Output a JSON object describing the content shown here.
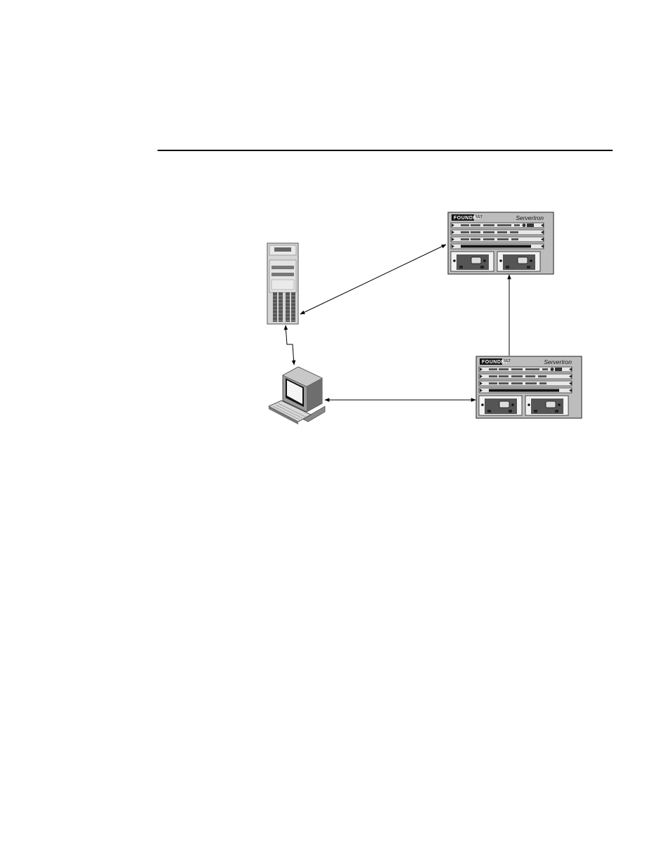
{
  "diagram": {
    "nodes": [
      {
        "id": "server",
        "icon": "tower-server-icon"
      },
      {
        "id": "workstation",
        "icon": "desktop-computer-icon"
      },
      {
        "id": "chassis_top",
        "icon": "chassis-switch-icon",
        "label": "ServerIron",
        "brand": "FOUNDRY",
        "brand_suffix": "NET"
      },
      {
        "id": "chassis_bottom",
        "icon": "chassis-switch-icon",
        "label": "ServerIron",
        "brand": "FOUNDRY",
        "brand_suffix": "NET"
      }
    ],
    "links": [
      {
        "from": "server",
        "to": "chassis_top",
        "style": "double-arrow"
      },
      {
        "from": "server",
        "to": "workstation",
        "style": "lightning-double-arrow"
      },
      {
        "from": "workstation",
        "to": "chassis_bottom",
        "style": "double-arrow"
      },
      {
        "from": "chassis_bottom",
        "to": "chassis_top",
        "style": "arrow"
      }
    ]
  }
}
